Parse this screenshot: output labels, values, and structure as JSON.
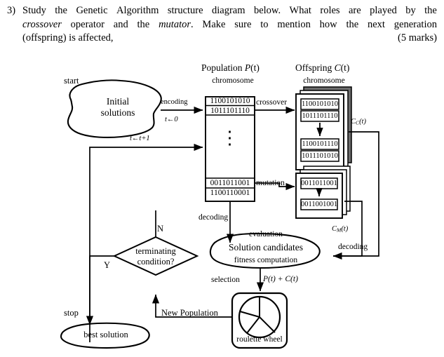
{
  "question": {
    "number": "3)",
    "line1_parts": [
      "Study",
      "the",
      "Genetic",
      "Algorithm",
      "structure",
      "diagram",
      "below.",
      "What",
      "roles",
      "are",
      "played",
      "by",
      "the"
    ],
    "line2_pre": "",
    "line2_italic1": "crossover",
    "line2_mid": " operator and the ",
    "line2_italic2": "mutator",
    "line2_post": ". Make sure to mention how the next generation",
    "line2_parts": [
      "operator",
      "and",
      "the"
    ],
    "line2_tail_parts": [
      "Make",
      "sure",
      "to",
      "mention",
      "how",
      "the",
      "next",
      "generation"
    ],
    "line3": "(offspring) is affected,",
    "marks": "(5 marks)"
  },
  "diagram": {
    "title_population": "Population P(t)",
    "title_population_plain": "Population ",
    "title_population_italic": "P",
    "title_population_var": "(t)",
    "title_offspring_plain": "Offspring ",
    "title_offspring_italic": "C",
    "title_offspring_var": "(t)",
    "subtitle_chromosome_left": "chromosome",
    "subtitle_chromosome_right": "chromosome",
    "start_label": "start",
    "stop_label": "stop",
    "initial_solutions_line1": "Initial",
    "initial_solutions_line2": "solutions",
    "best_solution": "best solution",
    "encoding_label": "encoding",
    "t_init_label": "t←0",
    "t_increment_label": "t←t+1",
    "crossover_label": "crossover",
    "mutation_label": "mutation",
    "decoding_label_left": "decoding",
    "decoding_label_right": "decoding",
    "evaluation_label": "evaluation",
    "selection_label": "selection",
    "selection_formula": "P(t) + C(t)",
    "solution_candidates": "Solution candidates",
    "fitness_computation": "fitness computation",
    "terminating_line1": "terminating",
    "terminating_line2": "condition?",
    "branch_yes": "Y",
    "branch_no": "N",
    "new_population_label": "New Population",
    "roulette_wheel_label": "roulette wheel",
    "crossover_offspring_label_base": "C",
    "crossover_offspring_label_sub": "C",
    "crossover_offspring_label_tail": "(t)",
    "mutation_offspring_label_base": "C",
    "mutation_offspring_label_sub": "M",
    "mutation_offspring_label_tail": "(t)",
    "population_chromosomes": [
      "1100101010",
      "1011101110",
      "0011011001",
      "1100110001"
    ],
    "population_ellipsis": "⋮",
    "crossover_parents": [
      "1100101010",
      "1011101110"
    ],
    "crossover_children": [
      "1100101110",
      "1011101010"
    ],
    "mutation_parent": "0011011001",
    "mutation_child": "0011001001"
  },
  "colors": {
    "stroke": "#000000",
    "background": "#ffffff",
    "shadow": "#555555"
  }
}
